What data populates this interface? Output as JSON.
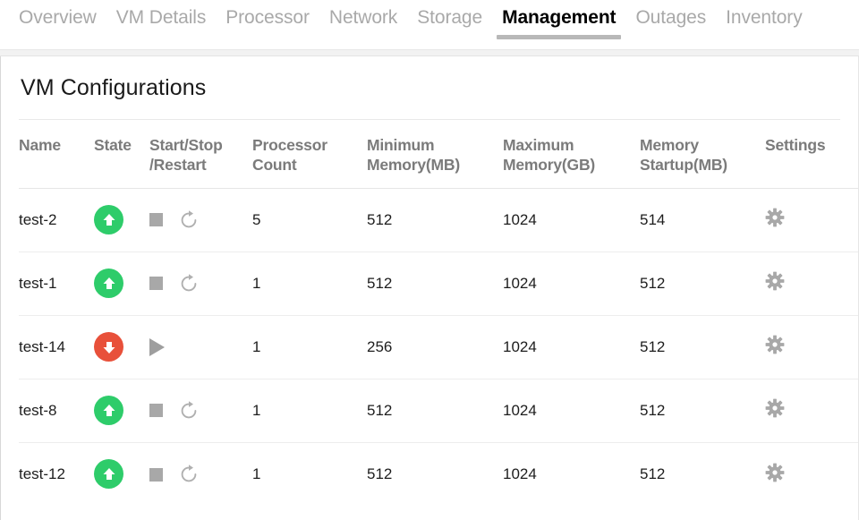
{
  "tabs": [
    {
      "label": "Overview",
      "active": false
    },
    {
      "label": "VM Details",
      "active": false
    },
    {
      "label": "Processor",
      "active": false
    },
    {
      "label": "Network",
      "active": false
    },
    {
      "label": "Storage",
      "active": false
    },
    {
      "label": "Management",
      "active": true
    },
    {
      "label": "Outages",
      "active": false
    },
    {
      "label": "Inventory",
      "active": false
    }
  ],
  "panel": {
    "title": "VM Configurations"
  },
  "table": {
    "headers": {
      "name": "Name",
      "state": "State",
      "actions_line1": "Start/Stop",
      "actions_line2": "/Restart",
      "processor_count": "Processor Count",
      "minimum_memory": "Minimum Memory(MB)",
      "maximum_memory": "Maximum Memory(GB)",
      "memory_startup": "Memory Startup(MB)",
      "settings": "Settings"
    },
    "rows": [
      {
        "name": "test-2",
        "state": "running",
        "actions": [
          "stop-icon",
          "restart-icon"
        ],
        "processor_count": "5",
        "minimum_memory": "512",
        "maximum_memory": "1024",
        "memory_startup": "514",
        "settings": "gear-icon"
      },
      {
        "name": "test-1",
        "state": "running",
        "actions": [
          "stop-icon",
          "restart-icon"
        ],
        "processor_count": "1",
        "minimum_memory": "512",
        "maximum_memory": "1024",
        "memory_startup": "512",
        "settings": "gear-icon"
      },
      {
        "name": "test-14",
        "state": "stopped",
        "actions": [
          "start-icon"
        ],
        "processor_count": "1",
        "minimum_memory": "256",
        "maximum_memory": "1024",
        "memory_startup": "512",
        "settings": "gear-icon"
      },
      {
        "name": "test-8",
        "state": "running",
        "actions": [
          "stop-icon",
          "restart-icon"
        ],
        "processor_count": "1",
        "minimum_memory": "512",
        "maximum_memory": "1024",
        "memory_startup": "512",
        "settings": "gear-icon"
      },
      {
        "name": "test-12",
        "state": "running",
        "actions": [
          "stop-icon",
          "restart-icon"
        ],
        "processor_count": "1",
        "minimum_memory": "512",
        "maximum_memory": "1024",
        "memory_startup": "512",
        "settings": "gear-icon"
      }
    ]
  },
  "colors": {
    "running": "#2ecc6a",
    "stopped": "#e8503a",
    "icon_gray": "#a8a8a8",
    "header_gray": "#7b7b7b",
    "tab_inactive": "#a9a9a9",
    "tab_active": "#000000"
  }
}
